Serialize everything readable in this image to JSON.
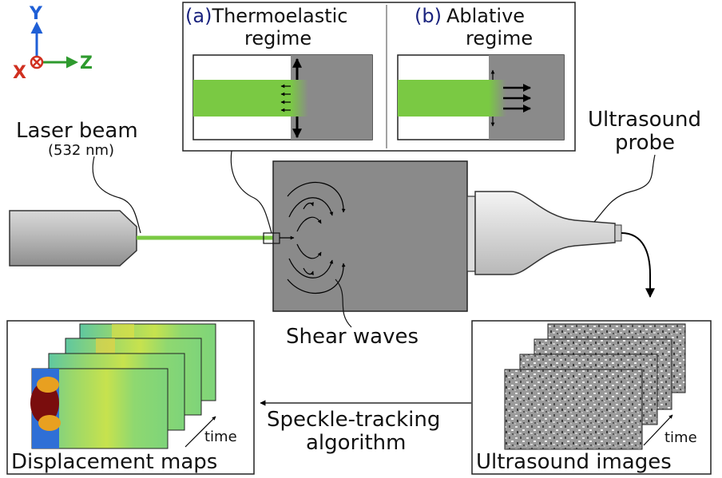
{
  "axes": {
    "y_label": "Y",
    "x_label": "X",
    "z_label": "Z",
    "y_color": "#1f5fd6",
    "x_color": "#d03020",
    "z_color": "#2e9a2e"
  },
  "inset": {
    "a_tag": "(a)",
    "a_title_line1": "Thermoelastic",
    "a_title_line2": "regime",
    "b_tag": "(b)",
    "b_title_line1": "Ablative",
    "b_title_line2": "regime",
    "tag_color": "#1a237e"
  },
  "laser": {
    "label": "Laser beam",
    "wavelength": "(532 nm)",
    "beam_color": "#7ac943"
  },
  "probe": {
    "label_line1": "Ultrasound",
    "label_line2": "probe"
  },
  "medium": {
    "shear_label": "Shear waves",
    "color": "#8a8a8a"
  },
  "ultrasound_images": {
    "caption": "Ultrasound images",
    "time_label": "time"
  },
  "displacement_maps": {
    "caption": "Displacement maps",
    "time_label": "time"
  },
  "algorithm": {
    "line1": "Speckle-tracking",
    "line2": "algorithm"
  }
}
